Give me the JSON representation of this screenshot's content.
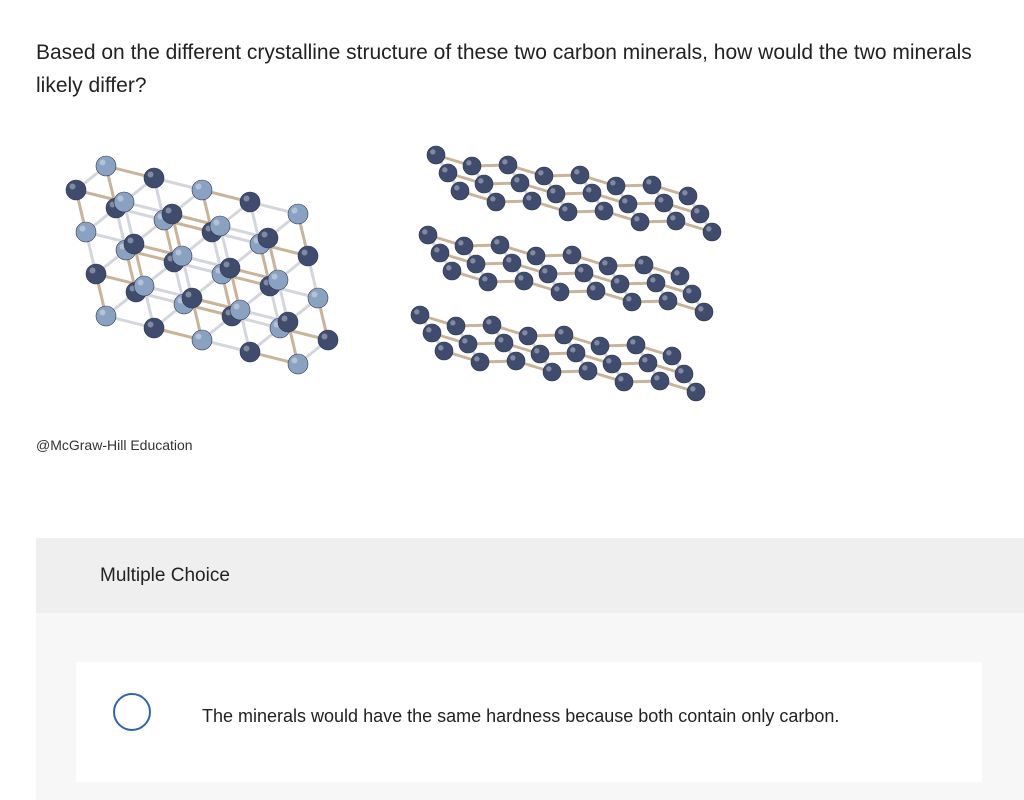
{
  "question": {
    "text": "Based on the different crystalline structure of these two carbon minerals, how would the two minerals likely differ?"
  },
  "figure": {
    "credit": "@McGraw-Hill Education",
    "colors": {
      "atom_dark": "#3f4c6e",
      "atom_light": "#8aa2c2",
      "bond_tan": "#c9b49a",
      "bond_gray": "#d3d6dc"
    }
  },
  "multiple_choice": {
    "header": "Multiple Choice",
    "options": [
      {
        "text": "The minerals would have the same hardness because both contain only carbon.",
        "selected": false
      }
    ]
  },
  "colors": {
    "accent": "#2f66b3",
    "panel_bg": "#f7f7f7",
    "header_bg": "#efefef"
  }
}
